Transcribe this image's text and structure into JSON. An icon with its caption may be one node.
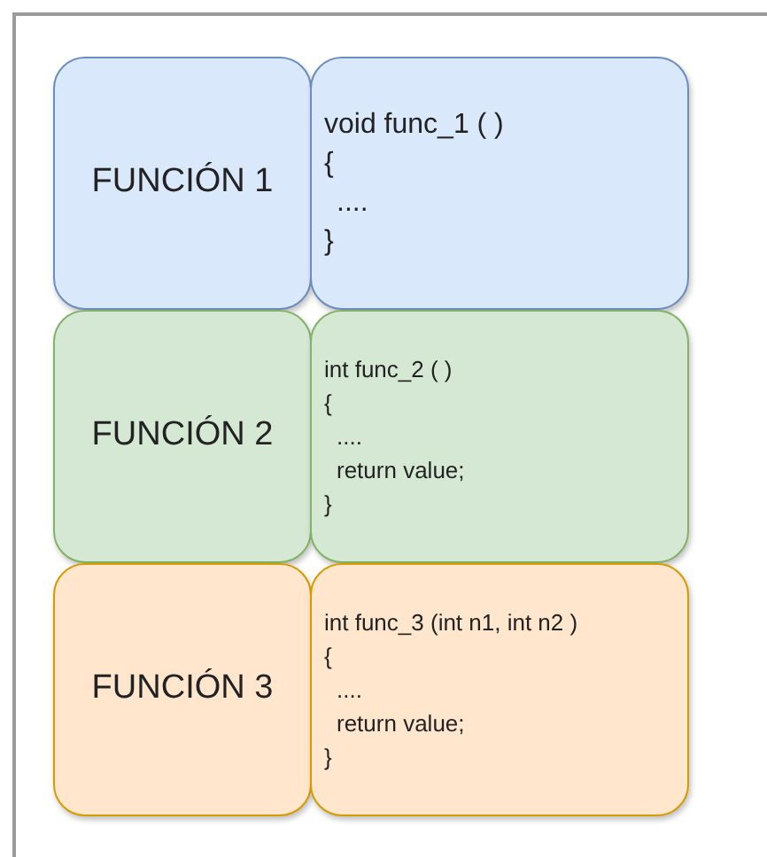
{
  "diagram": {
    "nodes": [
      {
        "text": [
          "FUNCIÓN 1"
        ]
      },
      {
        "text": [
          "void func_1 ( )",
          "{",
          "....",
          "}"
        ]
      },
      {
        "text": [
          "FUNCIÓN 2"
        ]
      },
      {
        "text": [
          "int func_2 ( )",
          "{",
          "....",
          "return value;",
          "}"
        ]
      },
      {
        "text": [
          "FUNCIÓN 3"
        ]
      },
      {
        "text": [
          "int func_3 (int n1, int n2 )",
          "{",
          "....",
          "return value;",
          "}"
        ]
      }
    ]
  }
}
